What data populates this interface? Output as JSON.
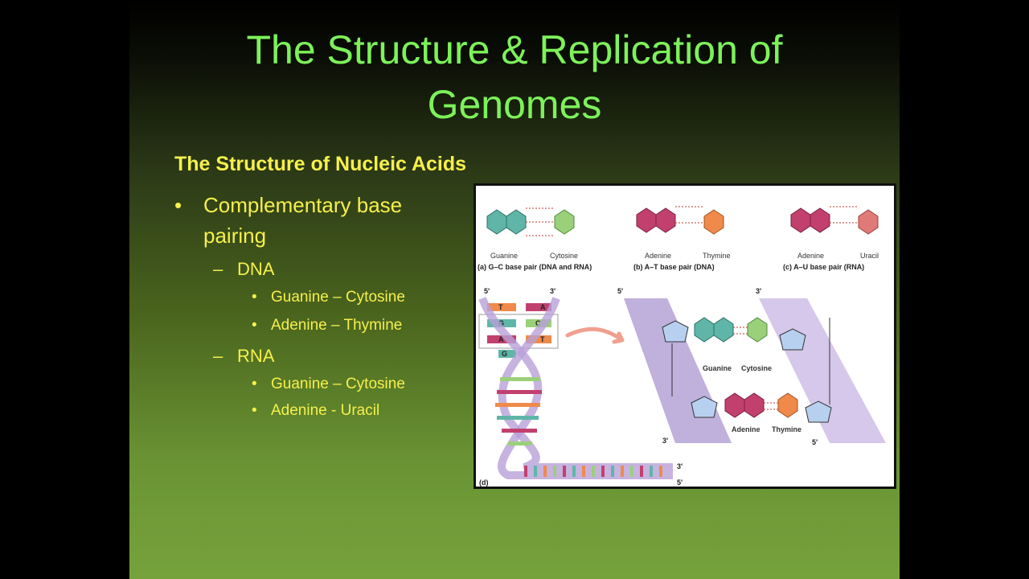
{
  "slide": {
    "title_line1": "The Structure & Replication of",
    "title_line2": "Genomes",
    "subtitle": "The Structure of Nucleic Acids",
    "bullet_main": {
      "line1": "Complementary base",
      "line2": "pairing"
    },
    "dna": {
      "label": "DNA",
      "pairs": [
        "Guanine – Cytosine",
        "Adenine – Thymine"
      ]
    },
    "rna": {
      "label": "RNA",
      "pairs": [
        "Guanine – Cytosine",
        "Adenine - Uracil"
      ]
    }
  },
  "figure": {
    "panel_a": {
      "left": "Guanine",
      "right": "Cytosine",
      "caption": "(a) G–C base pair (DNA and RNA)"
    },
    "panel_b": {
      "left": "Adenine",
      "right": "Thymine",
      "caption": "(b) A–T base pair (DNA)"
    },
    "panel_c": {
      "left": "Adenine",
      "right": "Uracil",
      "caption": "(c) A–U base pair (RNA)"
    },
    "panel_d": {
      "label": "(d)",
      "helix_top_left": "5'",
      "helix_top_right": "3'",
      "helix_bottom_right_top": "3'",
      "helix_bottom_right_bottom": "5'",
      "strand_top_left": "5'",
      "strand_top_right": "3'",
      "strand_bottom_left": "3'",
      "strand_bottom_right": "5'",
      "pair1_left": "Guanine",
      "pair1_right": "Cytosine",
      "pair2_left": "Adenine",
      "pair2_right": "Thymine",
      "rung_labels": [
        "T",
        "A",
        "G",
        "C",
        "A",
        "T",
        "G"
      ]
    },
    "colors": {
      "guanine": "#5fb6a8",
      "cytosine": "#9bd07a",
      "adenine": "#c2406e",
      "thymine": "#f08a4a",
      "uracil": "#e07a78",
      "backbone": "#8a6fc0"
    }
  }
}
